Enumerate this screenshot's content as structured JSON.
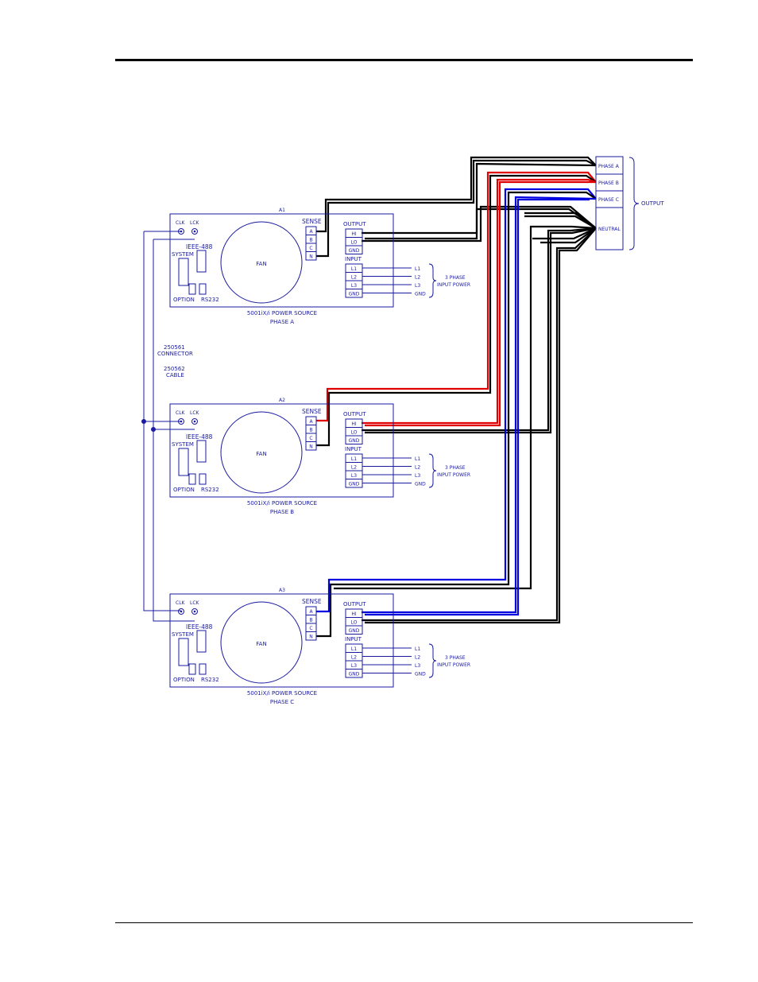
{
  "colors": {
    "outline": "#1a1aa0",
    "wire_black": "#000000",
    "wire_red": "#e00000",
    "wire_blue": "#0000e0"
  },
  "units": [
    {
      "id": "A1",
      "clk": "CLK",
      "lck": "LCK",
      "ieee": "IEEE-488",
      "system": "SYSTEM",
      "fan": "FAN",
      "option": "OPTION",
      "rs232": "RS232",
      "sense": "SENSE",
      "sense_terms": [
        "A",
        "B",
        "C",
        "N"
      ],
      "output": "OUTPUT",
      "output_terms": [
        "HI",
        "LO",
        "GND"
      ],
      "input": "INPUT",
      "input_terms": [
        "L1",
        "L2",
        "L3",
        "GND"
      ],
      "input_lines": [
        "L1",
        "L2",
        "L3",
        "GND"
      ],
      "input_power_1": "3  PHASE",
      "input_power_2": "INPUT  POWER",
      "model": "5001iX/i POWER SOURCE",
      "phase": "PHASE  A"
    },
    {
      "id": "A2",
      "clk": "CLK",
      "lck": "LCK",
      "ieee": "IEEE-488",
      "system": "SYSTEM",
      "fan": "FAN",
      "option": "OPTION",
      "rs232": "RS232",
      "sense": "SENSE",
      "sense_terms": [
        "A",
        "B",
        "C",
        "N"
      ],
      "output": "OUTPUT",
      "output_terms": [
        "HI",
        "LO",
        "GND"
      ],
      "input": "INPUT",
      "input_terms": [
        "L1",
        "L2",
        "L3",
        "GND"
      ],
      "input_lines": [
        "L1",
        "L2",
        "L3",
        "GND"
      ],
      "input_power_1": "3  PHASE",
      "input_power_2": "INPUT  POWER",
      "model": "5001iX/i POWER SOURCE",
      "phase": "PHASE  B"
    },
    {
      "id": "A3",
      "clk": "CLK",
      "lck": "LCK",
      "ieee": "IEEE-488",
      "system": "SYSTEM",
      "fan": "FAN",
      "option": "OPTION",
      "rs232": "RS232",
      "sense": "SENSE",
      "sense_terms": [
        "A",
        "B",
        "C",
        "N"
      ],
      "output": "OUTPUT",
      "output_terms": [
        "HI",
        "LO",
        "GND"
      ],
      "input": "INPUT",
      "input_terms": [
        "L1",
        "L2",
        "L3",
        "GND"
      ],
      "input_lines": [
        "L1",
        "L2",
        "L3",
        "GND"
      ],
      "input_power_1": "3  PHASE",
      "input_power_2": "INPUT  POWER",
      "model": "5001iX/i POWER SOURCE",
      "phase": "PHASE  C"
    }
  ],
  "connector": {
    "line1": "250561",
    "line2": "CONNECTOR"
  },
  "cable": {
    "line1": "250562",
    "line2": "CABLE"
  },
  "output_block": {
    "terms": [
      "PHASE  A",
      "PHASE  B",
      "PHASE  C",
      "NEUTRAL"
    ],
    "label": "OUTPUT"
  }
}
